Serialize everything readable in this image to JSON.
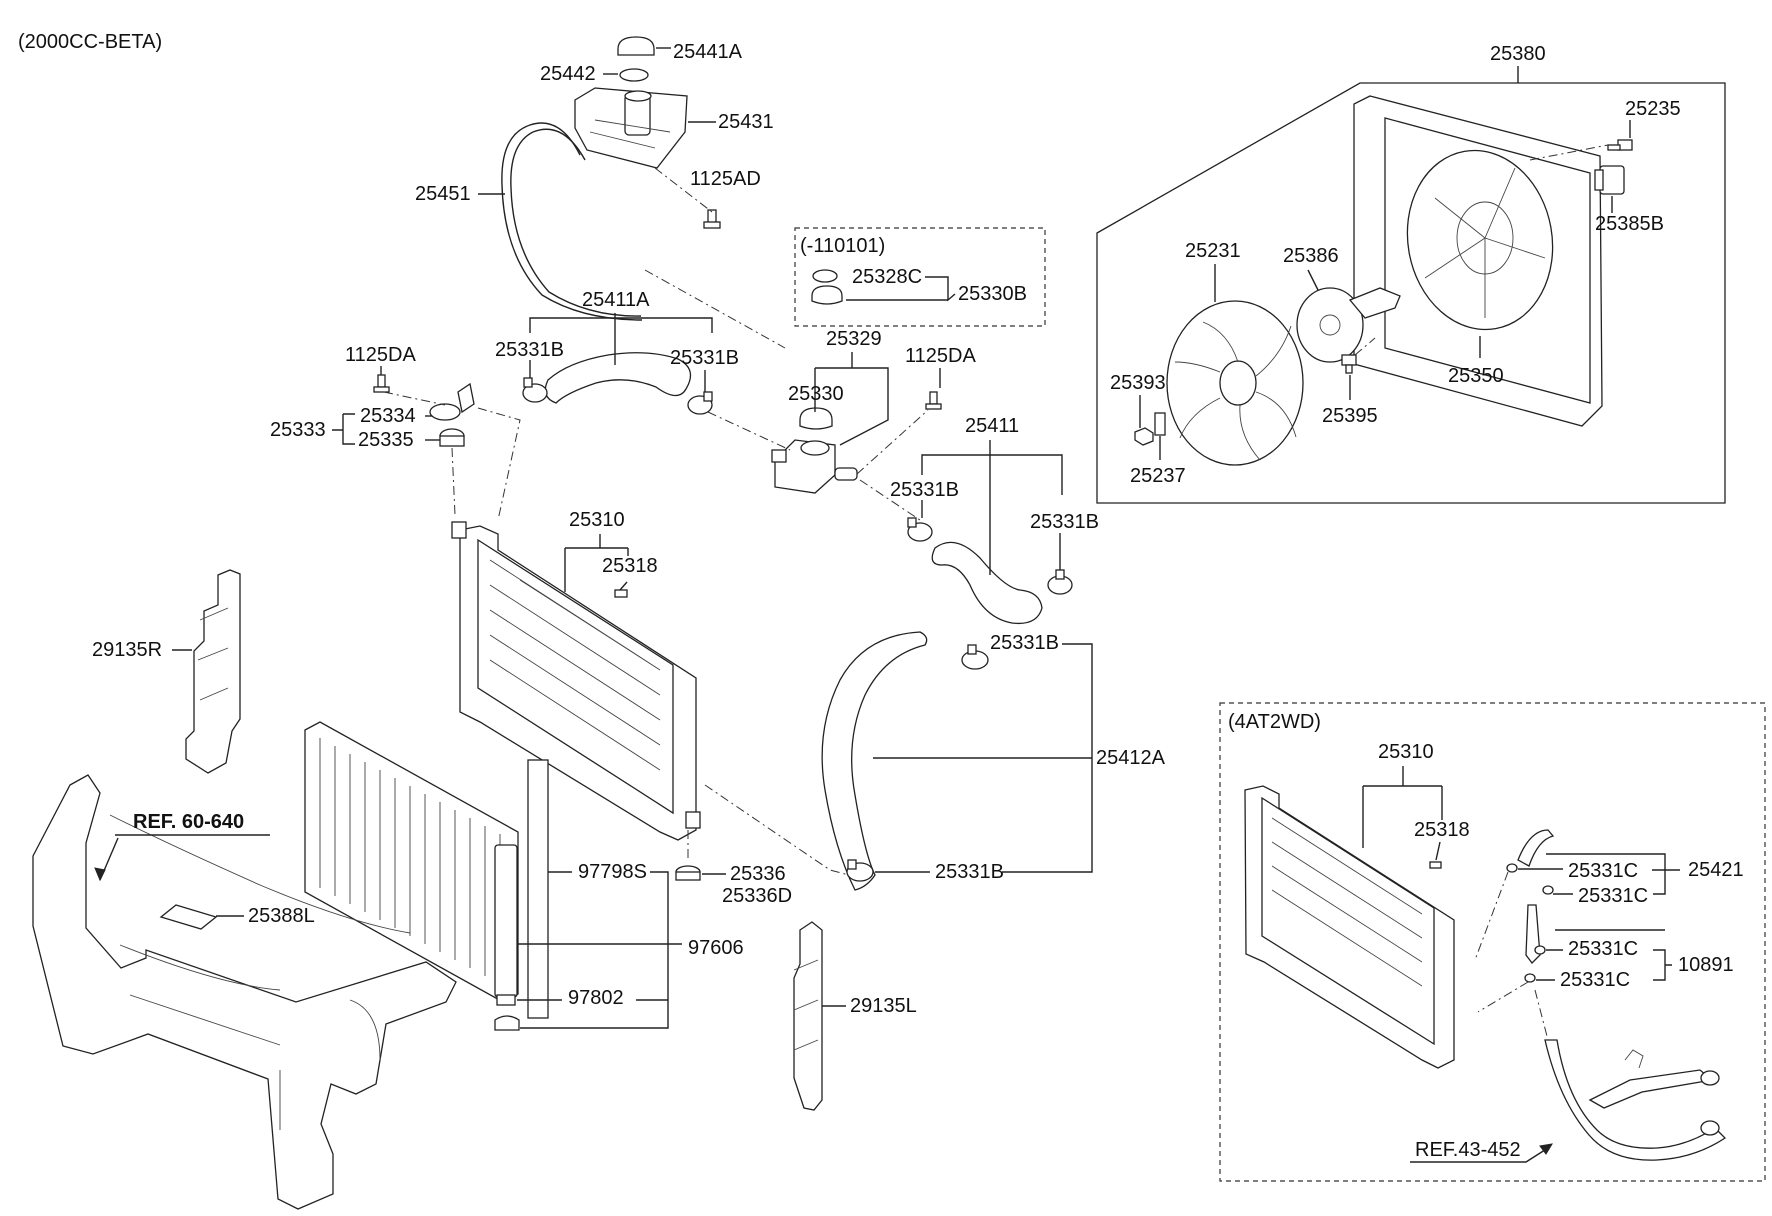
{
  "diagram": {
    "engine_label": "(2000CC-BETA)",
    "inset_date_label": "(-110101)",
    "inset_trans_label": "(4AT2WD)",
    "refs": {
      "ref_60_640": "REF. 60-640",
      "ref_43_452": "REF.43-452"
    },
    "labels": {
      "p25441A": "25441A",
      "p25442": "25442",
      "p25431": "25431",
      "p25451": "25451",
      "p1125AD": "1125AD",
      "p25328C": "25328C",
      "p25330B": "25330B",
      "p25411A": "25411A",
      "p25331B_a": "25331B",
      "p25331B_b": "25331B",
      "p25329": "25329",
      "p25330": "25330",
      "p1125DA_r": "1125DA",
      "p1125DA_l": "1125DA",
      "p25334": "25334",
      "p25333": "25333",
      "p25335": "25335",
      "p25411": "25411",
      "p25331B_c": "25331B",
      "p25331B_d": "25331B",
      "p25310": "25310",
      "p25318": "25318",
      "p29135R": "29135R",
      "p25331B_e": "25331B",
      "p25412A": "25412A",
      "p25331B_f": "25331B",
      "p97798S": "97798S",
      "p25336": "25336",
      "p25336D": "25336D",
      "p97606": "97606",
      "p97802": "97802",
      "p29135L": "29135L",
      "p25388L": "25388L",
      "p25380": "25380",
      "p25235": "25235",
      "p25385B": "25385B",
      "p25231": "25231",
      "p25386": "25386",
      "p25393": "25393",
      "p25350": "25350",
      "p25395": "25395",
      "p25237": "25237",
      "p25310_b": "25310",
      "p25318_b": "25318",
      "p25331C_a": "25331C",
      "p25421": "25421",
      "p25331C_b": "25331C",
      "p25331C_c": "25331C",
      "p10891": "10891",
      "p25331C_d": "25331C"
    }
  }
}
